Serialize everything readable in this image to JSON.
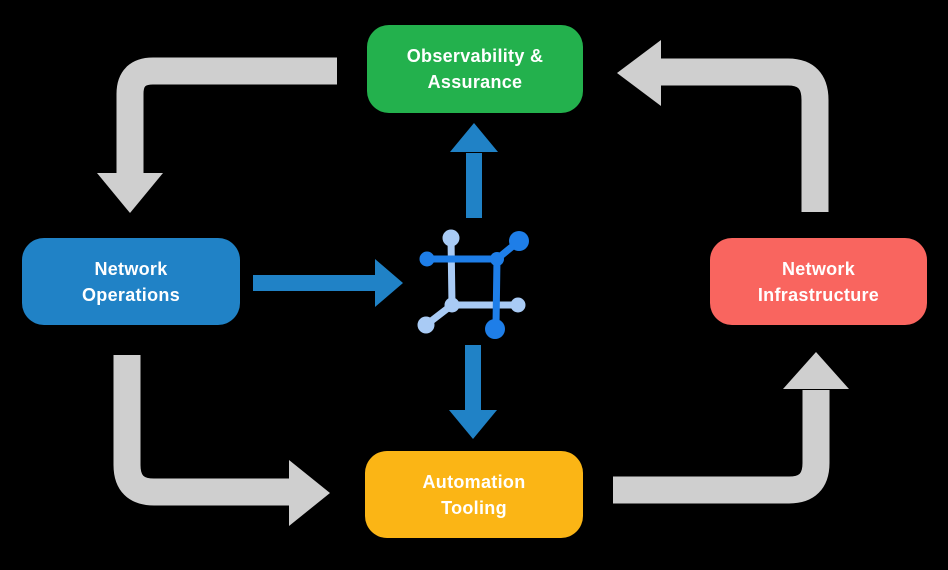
{
  "colors": {
    "background": "#000000",
    "text": "#FFFFFF",
    "green": "#23B14D",
    "blue": "#2082C6",
    "red": "#F9655F",
    "yellow": "#FBB515",
    "arrow_gray": "#CFCFCF",
    "icon_dark": "#1E7EE8",
    "icon_light": "#A9CBF5"
  },
  "nodes": {
    "observability": {
      "line1": "Observability &",
      "line2": "Assurance"
    },
    "operations": {
      "line1": "Network",
      "line2": "Operations"
    },
    "infrastructure": {
      "line1": "Network",
      "line2": "Infrastructure"
    },
    "automation": {
      "line1": "Automation",
      "line2": "Tooling"
    }
  },
  "icon": {
    "name": "network-mesh-icon",
    "label": "network mesh core"
  },
  "edges": [
    {
      "from": "observability-assurance",
      "to": "network-operations",
      "style": "gray-elbow"
    },
    {
      "from": "network-operations",
      "to": "automation-tooling",
      "style": "gray-elbow"
    },
    {
      "from": "automation-tooling",
      "to": "network-infrastructure",
      "style": "gray-elbow"
    },
    {
      "from": "network-infrastructure",
      "to": "observability-assurance",
      "style": "gray-elbow"
    },
    {
      "from": "network-operations",
      "to": "core-icon",
      "style": "blue-straight"
    },
    {
      "from": "core-icon",
      "to": "observability-assurance",
      "style": "blue-straight"
    },
    {
      "from": "core-icon",
      "to": "automation-tooling",
      "style": "blue-straight"
    }
  ]
}
